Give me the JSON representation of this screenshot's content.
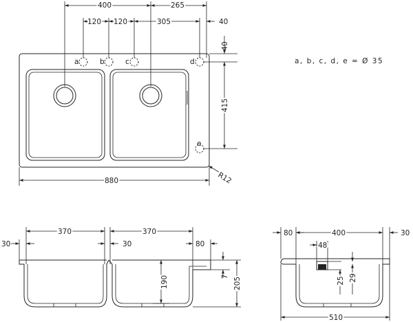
{
  "note": "a, b, c, d, e = Ø 35",
  "holes": {
    "a": "a",
    "b": "b",
    "c": "c",
    "d": "d",
    "e": "e"
  },
  "top_view": {
    "dim_400": "400",
    "dim_265": "265",
    "dim_120a": "120",
    "dim_120b": "120",
    "dim_305": "305",
    "dim_40_right": "40",
    "dim_40_top": "40",
    "dim_415": "415",
    "dim_880": "880",
    "dim_r12": "R12"
  },
  "front_view": {
    "dim_30_left": "30",
    "dim_370_left": "370",
    "dim_370_right": "370",
    "dim_30_mid": "30",
    "dim_80": "80",
    "dim_190": "190",
    "dim_7": "7",
    "dim_205": "205"
  },
  "side_view": {
    "dim_80": "80",
    "dim_400": "400",
    "dim_30": "30",
    "dim_48": "48",
    "dim_25": "25",
    "dim_29": "29",
    "dim_510": "510"
  }
}
